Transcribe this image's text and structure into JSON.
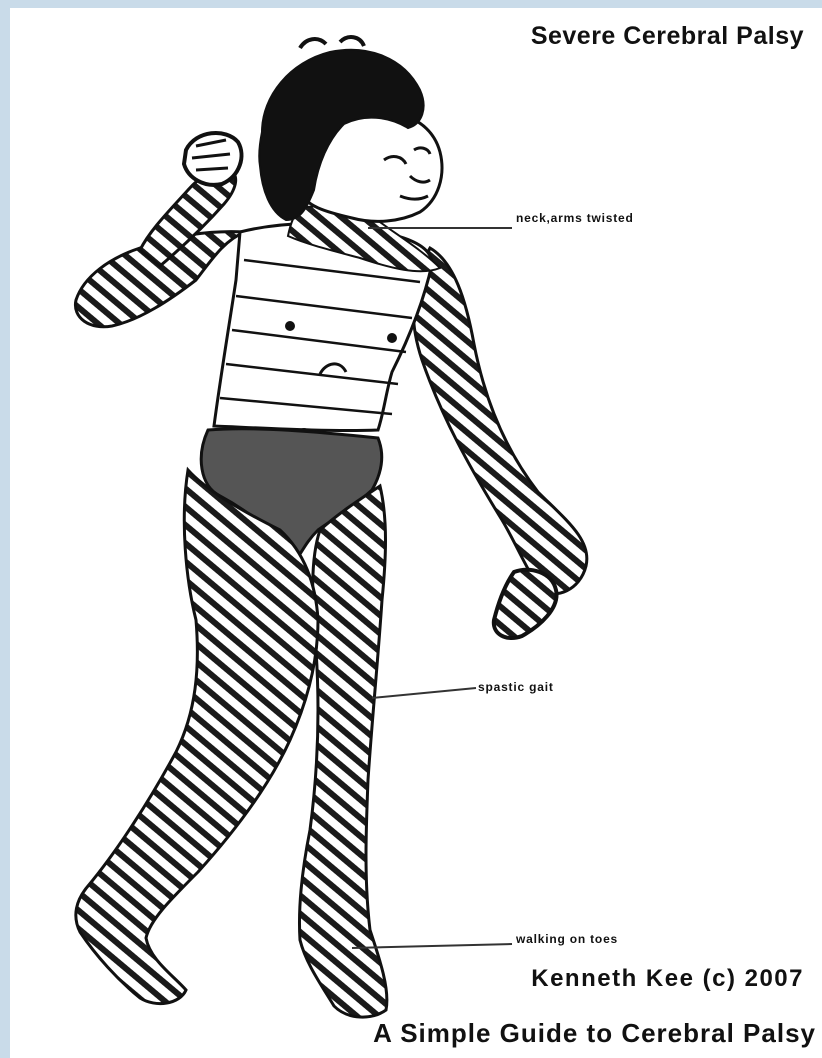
{
  "figure": {
    "title": "Severe Cerebral Palsy",
    "credit": "Kenneth Kee (c) 2007",
    "guide_title": "A Simple Guide to Cerebral Palsy"
  },
  "callouts": [
    {
      "id": "neck",
      "label": "neck,arms twisted"
    },
    {
      "id": "gait",
      "label": "spastic gait"
    },
    {
      "id": "toes",
      "label": "walking on toes"
    }
  ],
  "colors": {
    "outline": "#111111",
    "hatch": "#1a1a1a",
    "briefs": "#555555",
    "skin": "#ffffff",
    "frame": "#c9dbe9"
  }
}
